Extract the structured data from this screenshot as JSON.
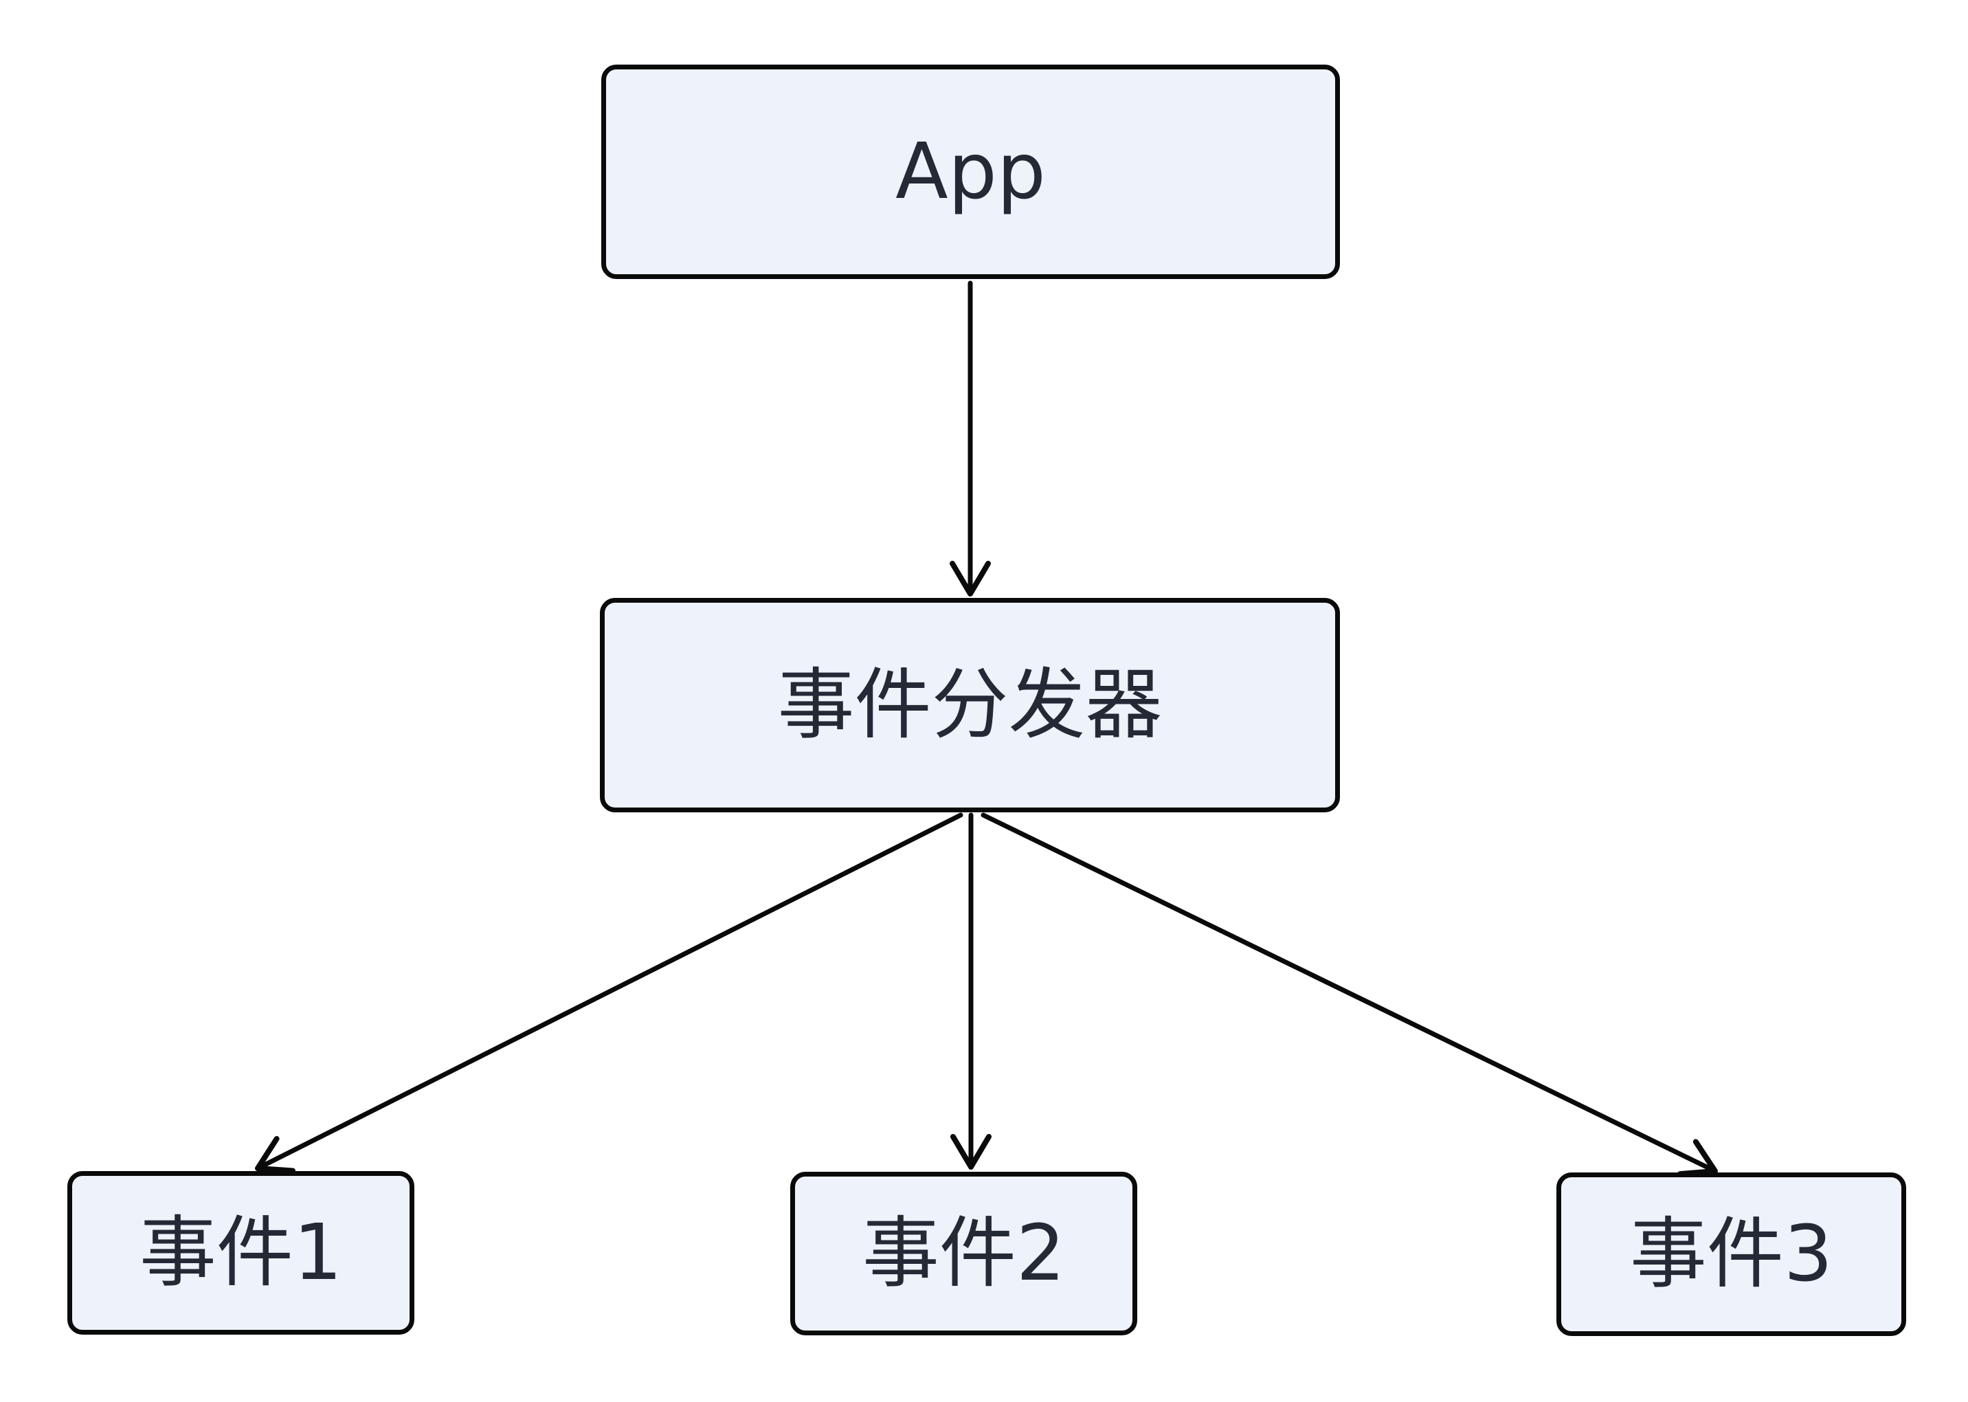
{
  "colors": {
    "background": "#ffffff",
    "node_fill": "#eef2fb",
    "node_border": "#0a0a0a",
    "edge": "#0a0a0a",
    "text": "#242936"
  },
  "nodes": {
    "app": {
      "label": "App"
    },
    "dispatcher": {
      "label": "事件分发器"
    },
    "event1": {
      "label": "事件1"
    },
    "event2": {
      "label": "事件2"
    },
    "event3": {
      "label": "事件3"
    }
  },
  "edges": [
    {
      "from": "app",
      "to": "dispatcher"
    },
    {
      "from": "dispatcher",
      "to": "event1"
    },
    {
      "from": "dispatcher",
      "to": "event2"
    },
    {
      "from": "dispatcher",
      "to": "event3"
    }
  ]
}
